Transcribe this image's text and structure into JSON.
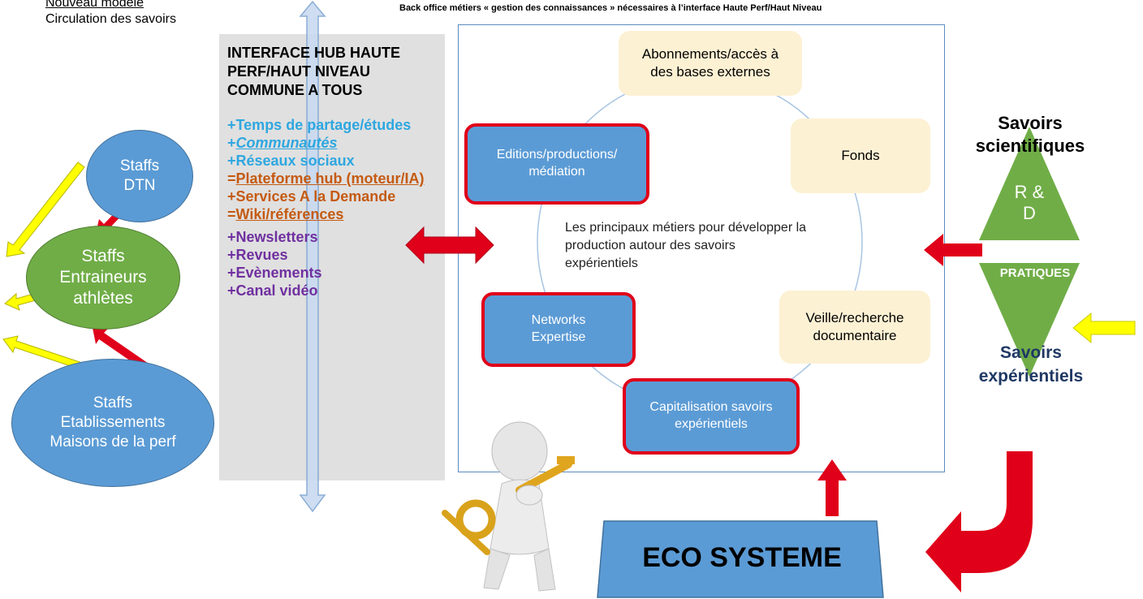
{
  "top_left": {
    "line1": "Nouveau modèle",
    "line2": "Circulation des savoirs"
  },
  "back_office_title": "Back office métiers « gestion des connaissances » nécessaires à l’interface Haute Perf/Haut Niveau",
  "left_circles": {
    "dtn": "Staffs DTN",
    "entraineurs": "Staffs Entraineurs athlètes",
    "etablissements": "Staffs Etablissements Maisons de la perf"
  },
  "hub": {
    "title": "INTERFACE HUB HAUTE PERF/HAUT NIVEAU COMMUNE A TOUS",
    "items": [
      {
        "prefix": "+",
        "text": "Temps de partage/études",
        "color": "#2ea7e0",
        "underline": false,
        "italic": false
      },
      {
        "prefix": "+",
        "text": "Communautés",
        "color": "#2ea7e0",
        "underline": true,
        "italic": true
      },
      {
        "prefix": "+",
        "text": "Réseaux sociaux",
        "color": "#2ea7e0",
        "underline": false,
        "italic": false
      },
      {
        "prefix": "=",
        "text": "Plateforme hub (moteur/IA)",
        "color": "#c55a11",
        "underline": true,
        "italic": false
      },
      {
        "prefix": "+",
        "text": "Services A la Demande",
        "color": "#c55a11",
        "underline": false,
        "italic": false
      },
      {
        "prefix": "=",
        "text": "Wiki/références",
        "color": "#c55a11",
        "underline": true,
        "italic": false
      },
      {
        "prefix": "+",
        "text": "Newsletters",
        "color": "#7030a0",
        "underline": false,
        "italic": false
      },
      {
        "prefix": "+",
        "text": "Revues",
        "color": "#7030a0",
        "underline": false,
        "italic": false
      },
      {
        "prefix": "+",
        "text": "Evènements",
        "color": "#7030a0",
        "underline": false,
        "italic": false
      },
      {
        "prefix": "+",
        "text": "Canal vidéo",
        "color": "#7030a0",
        "underline": false,
        "italic": false
      }
    ]
  },
  "cycle": {
    "abonnements": "Abonnements/accès à des bases externes",
    "fonds": "Fonds",
    "veille": "Veille/recherche documentaire",
    "capitalisation": "Capitalisation savoirs expérientiels",
    "networks": "Networks Expertise",
    "editions": "Editions/productions/ médiation",
    "center_text": "Les principaux métiers pour développer la production autour des savoirs expérientiels"
  },
  "right": {
    "savoirs_scientifiques": "Savoirs scientifiques",
    "rd": "R & D",
    "pratiques": "PRATIQUES",
    "savoirs_experientiels": "Savoirs expérientiels"
  },
  "eco_systeme": "ECO SYSTEME",
  "colors": {
    "blue": "#5b9bd5",
    "green": "#70ad47",
    "cream": "#fdf1d4",
    "red": "#e0001a",
    "yellow": "#ffff00",
    "hub_bg": "#e0e0e0",
    "navy": "#1f3864"
  }
}
